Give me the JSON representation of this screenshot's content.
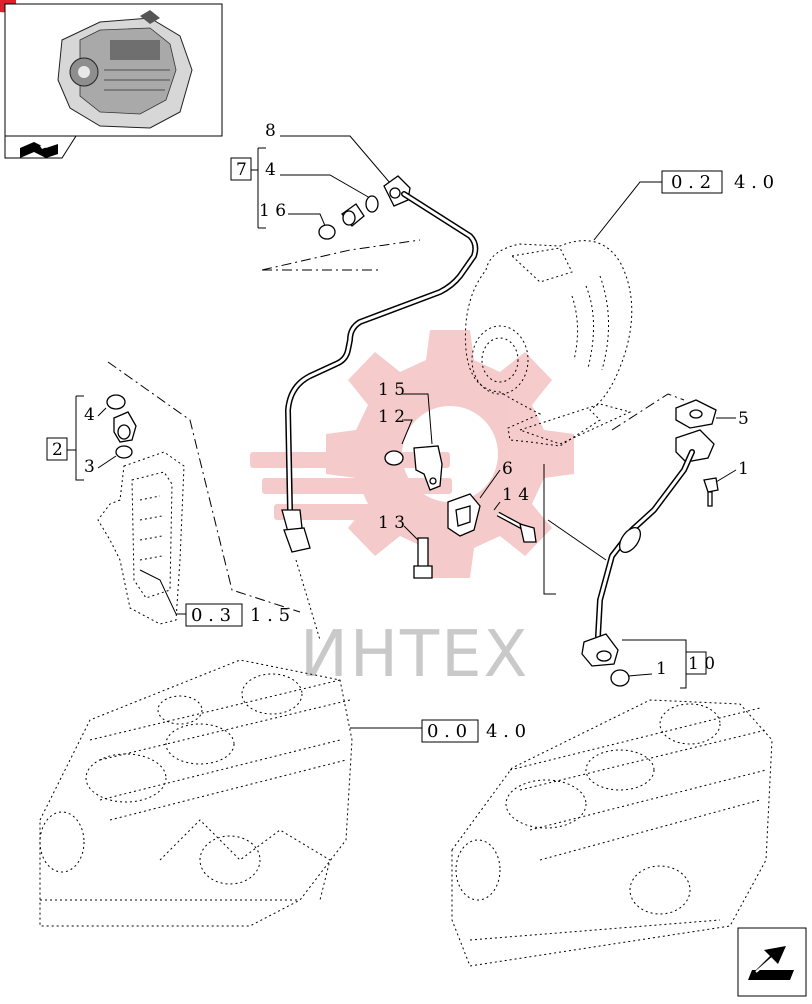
{
  "labels": {
    "l1": "1",
    "l1b": "1",
    "l3": "3",
    "l4a": "4",
    "l4b": "4",
    "l5": "5",
    "l6": "6",
    "l8": "8",
    "l12": "1 2",
    "l13": "1 3",
    "l14": "1 4",
    "l15": "1 5",
    "l16": "1 6"
  },
  "groups": {
    "g7": "7",
    "g2": "2",
    "g10": "1 0"
  },
  "refs": {
    "r0240_box": "0 . 2",
    "r0240_tail": "4 . 0",
    "r0315_box": "0 . 3",
    "r0315_tail": "1 . 5",
    "r0040_box": "0 . 0",
    "r0040_tail": "4 . 0"
  },
  "watermark": "ИНТЕХ",
  "colors": {
    "watermark_gear": "#f2b9b9",
    "watermark_text": "#c9c9c9",
    "corner_tab": "#d9232d"
  },
  "icons": [
    "engine-thumbnail",
    "book-icon",
    "next-page-arrow-icon"
  ]
}
